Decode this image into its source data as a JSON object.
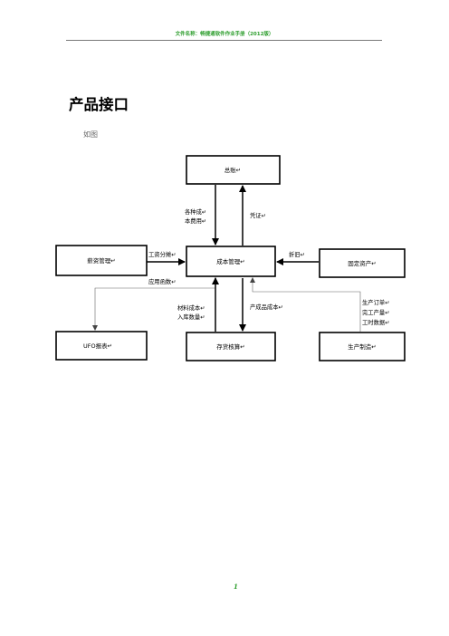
{
  "header": {
    "text": "文件名称：畅捷通软件作业手册（2012版）"
  },
  "title": "产品接口",
  "intro": "如图",
  "diagram": {
    "boxes": {
      "general_ledger": "总账↵",
      "cost_management": "成本管理↵",
      "payroll": "薪资管理↵",
      "fixed_assets": "固定资产↵",
      "ufo_report": "UFO报表↵",
      "inventory_accounting": "存货核算↵",
      "production_manufacturing": "生产制造↵"
    },
    "labels": {
      "cost_carryover": [
        "各种成↵",
        "本费用↵"
      ],
      "voucher": "凭证↵",
      "salary_allocation": "工资分摊↵",
      "depreciation": "折旧↵",
      "application_function": "应用函数↵",
      "material_cost": [
        "材料成本↵",
        "入库数量↵"
      ],
      "product_unit_cost": "产成品成本↵",
      "production_info": [
        "生产订单↵",
        "完工产量↵",
        "工时数据↵"
      ]
    }
  },
  "footer": {
    "page_number": "1"
  }
}
